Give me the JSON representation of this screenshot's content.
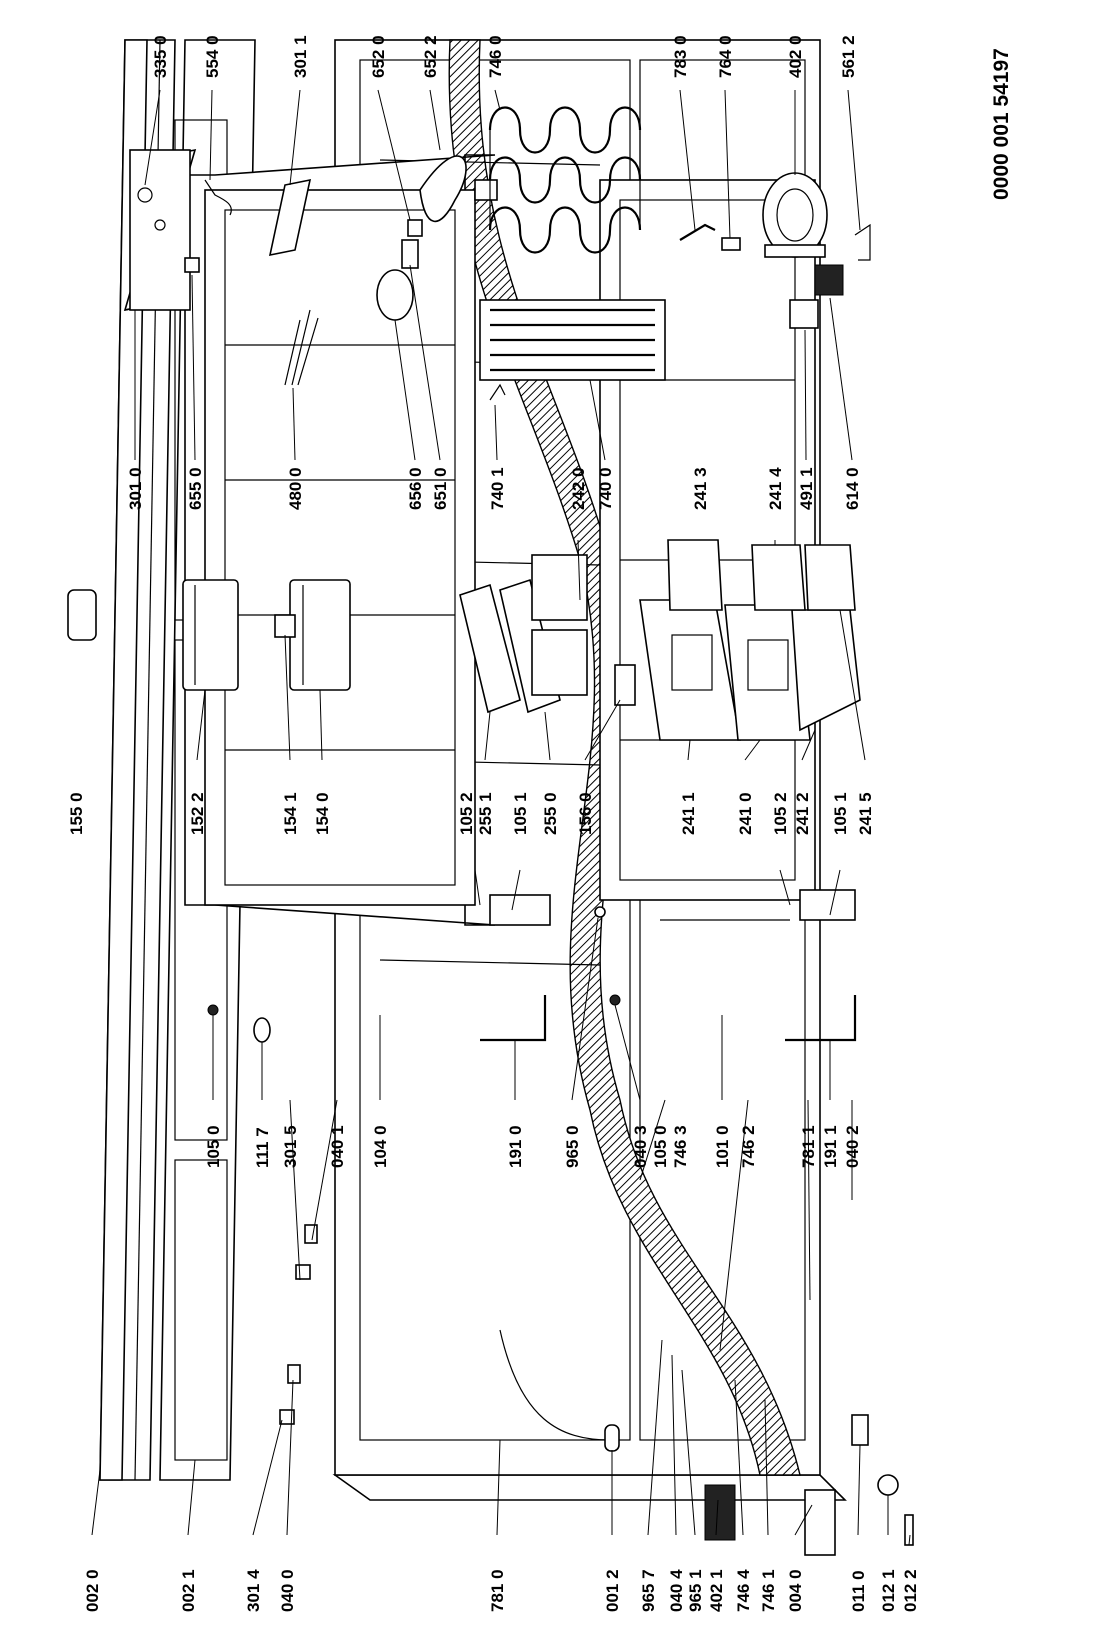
{
  "diagram": {
    "code": "0000 001 54197",
    "labels": {
      "p0020": "002 0",
      "p0021": "002 1",
      "p3014": "301 4",
      "p0400": "040 0",
      "p7810": "781 0",
      "p0012": "001 2",
      "p9657": "965 7",
      "p0404": "040 4",
      "p9651": "965 1",
      "p4021": "402 1",
      "p7464": "746 4",
      "p7461": "746 1",
      "p0040": "004 0",
      "p0110": "011 0",
      "p0121": "012 1",
      "p0122": "012 2",
      "p1050a": "105 0",
      "p1117": "111 7",
      "p3015": "301 5",
      "p0401": "040 1",
      "p1040": "104 0",
      "p1910": "191 0",
      "p9650": "965 0",
      "p0403": "040 3",
      "p1050b": "105 0",
      "p7463": "746 3",
      "p1010": "101 0",
      "p7462": "746 2",
      "p7811": "781 1",
      "p1911": "191 1",
      "p0402": "040 2",
      "p1550": "155 0",
      "p1522": "152 2",
      "p1541": "154 1",
      "p1540": "154 0",
      "p1052a": "105 2",
      "p2551": "255 1",
      "p1051a": "105 1",
      "p2550": "255 0",
      "p1560": "156 0",
      "p2411": "241 1",
      "p2410": "241 0",
      "p1052b": "105 2",
      "p2412": "241 2",
      "p1051b": "105 1",
      "p2415": "241 5",
      "p3010": "301 0",
      "p6550": "655 0",
      "p4800": "480 0",
      "p6560": "656 0",
      "p6510": "651 0",
      "p7401": "740 1",
      "p2420": "242 0",
      "p7400": "740 0",
      "p2413": "241 3",
      "p2414": "241 4",
      "p4911": "491 1",
      "p6140": "614 0",
      "p3350": "335 0",
      "p5540": "554 0",
      "p3011": "301 1",
      "p6520": "652 0",
      "p6522": "652 2",
      "p7460": "746 0",
      "p7830": "783 0",
      "p7640": "764 0",
      "p4020": "402 0",
      "p5612": "561 2"
    }
  }
}
